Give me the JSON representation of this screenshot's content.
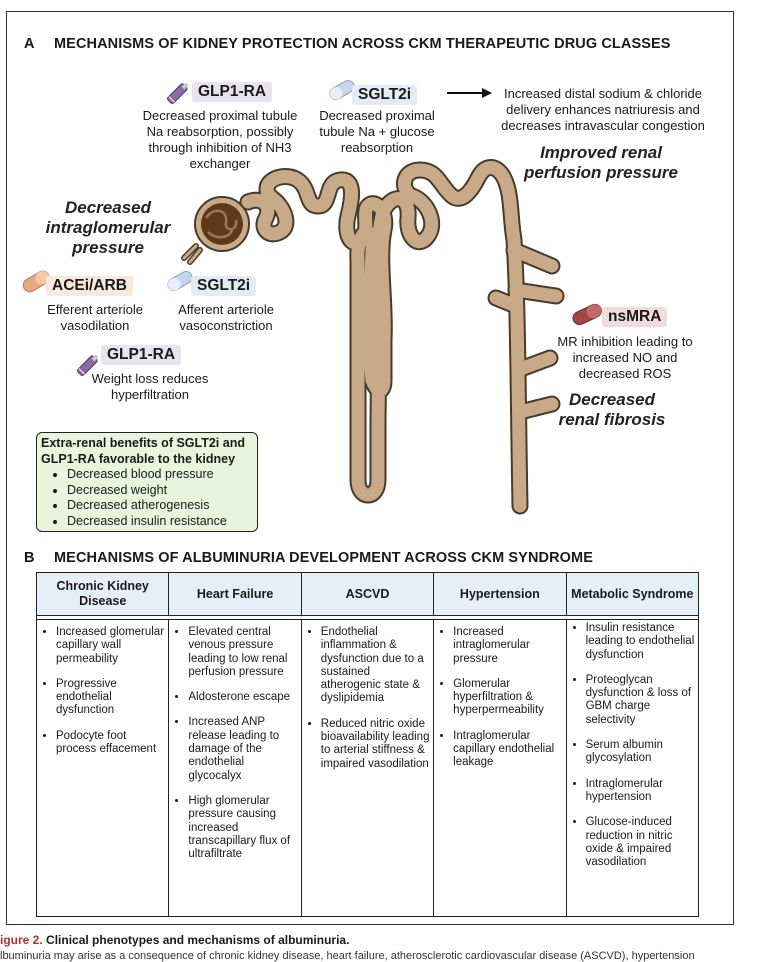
{
  "panel_a": {
    "letter": "A",
    "title": "MECHANISMS OF KIDNEY PROTECTION ACROSS CKM THERAPEUTIC DRUG CLASSES",
    "glp1_top": {
      "drug": "GLP1-RA",
      "text": "Decreased proximal tubule Na reabsorption, possibly through inhibition of NH3 exchanger"
    },
    "sglt2_top": {
      "drug": "SGLT2i",
      "text": "Decreased proximal tubule Na + glucose reabsorption"
    },
    "arrow_text": "Increased distal sodium & chloride delivery enhances natriuresis and decreases intravascular congestion",
    "improved": "Improved renal perfusion pressure",
    "decreased_intraglomerular": "Decreased intraglomerular pressure",
    "acei": {
      "drug": "ACEi/ARB",
      "text": "Efferent arteriole vasodilation"
    },
    "sglt2_mid": {
      "drug": "SGLT2i",
      "text": "Afferent arteriole vasoconstriction"
    },
    "glp1_mid": {
      "drug": "GLP1-RA",
      "text": "Weight loss reduces hyperfiltration"
    },
    "nsmra": {
      "drug": "nsMRA",
      "text": "MR inhibition leading to increased NO and decreased ROS"
    },
    "fibrosis": "Decreased renal fibrosis",
    "extra_title": "Extra-renal benefits of SGLT2i and GLP1-RA favorable to the kidney",
    "extra_items": [
      "Decreased blood pressure",
      "Decreased weight",
      "Decreased atherogenesis",
      "Decreased insulin resistance"
    ]
  },
  "panel_b": {
    "letter": "B",
    "title": "MECHANISMS OF ALBUMINURIA DEVELOPMENT ACROSS CKM SYNDROME",
    "columns": [
      {
        "header": "Chronic Kidney Disease",
        "items": [
          "Increased glomerular capillary wall permeability",
          "Progressive endothelial dysfunction",
          "Podocyte foot process effacement"
        ]
      },
      {
        "header": "Heart Failure",
        "items": [
          "Elevated central venous pressure leading to low renal perfusion pressure",
          "Aldosterone escape",
          "Increased ANP release leading to damage of the endothelial glycocalyx",
          "High glomerular pressure causing increased transcapillary flux of ultrafiltrate"
        ]
      },
      {
        "header": "ASCVD",
        "items": [
          "Endothelial inflammation & dysfunction due to a sustained atherogenic state & dyslipidemia",
          "Reduced nitric oxide bioavailability leading to arterial stiffness & impaired vasodilation"
        ]
      },
      {
        "header": "Hypertension",
        "items": [
          "Increased intraglomerular pressure",
          "Glomerular hyperfiltration & hyperpermeability",
          "Intraglomerular capillary endothelial leakage"
        ]
      },
      {
        "header": "Metabolic Syndrome",
        "items": [
          "Insulin resistance leading to endothelial dysfunction",
          "Proteoglycan dysfunction & loss of GBM charge selectivity",
          "Serum albumin glycosylation",
          "Intraglomerular hypertension",
          "Glucose-induced reduction in nitric oxide & impaired vasodilation"
        ]
      }
    ]
  },
  "caption": {
    "label": "igure 2.",
    "title": "Clinical phenotypes and mechanisms of albuminuria.",
    "text": "lbuminuria may arise as a consequence of chronic kidney disease, heart failure, atherosclerotic cardiovascular disease (ASCVD), hypertension"
  },
  "colors": {
    "tubule": "#c9aa88",
    "tubule_edge": "#4a3a2a",
    "glomerulus": "#5c3a1c",
    "extra_bg": "#eaf4dc",
    "table_header": "#e6eef7",
    "caption_accent": "#b03030"
  },
  "icons": {
    "glp1": "pen-injector-icon",
    "sglt2": "capsule-blue-icon",
    "acei": "capsule-orange-icon",
    "nsmra": "capsule-red-icon",
    "arrow": "right-arrow-icon",
    "kidney": "nephron-illustration"
  }
}
